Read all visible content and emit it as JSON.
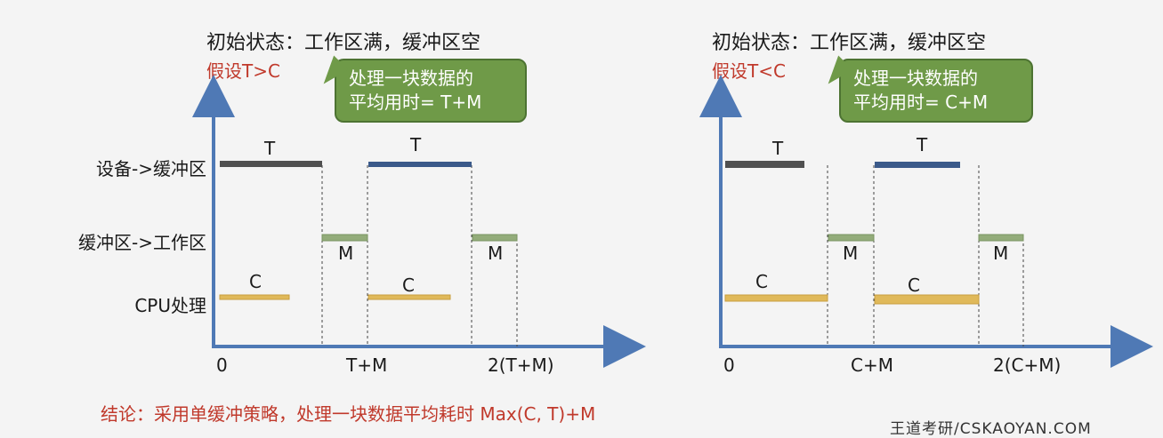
{
  "panels": [
    {
      "initial_state": "初始状态：工作区满，缓冲区空",
      "assumption": "假设T>C",
      "callout": {
        "line1": "处理一块数据的",
        "line2": "平均用时= T+M"
      },
      "ticks": [
        "0",
        "T+M",
        "2(T+M)"
      ],
      "bar_labels": {
        "t1": "T",
        "t2": "T",
        "m1": "M",
        "m2": "M",
        "c1": "C",
        "c2": "C"
      }
    },
    {
      "initial_state": "初始状态：工作区满，缓冲区空",
      "assumption": "假设T<C",
      "callout": {
        "line1": "处理一块数据的",
        "line2": "平均用时= C+M"
      },
      "ticks": [
        "0",
        "C+M",
        "2(C+M)"
      ],
      "bar_labels": {
        "t1": "T",
        "t2": "T",
        "m1": "M",
        "m2": "M",
        "c1": "C",
        "c2": "C"
      }
    }
  ],
  "row_labels": {
    "device": "设备->缓冲区",
    "buffer": "缓冲区->工作区",
    "cpu": "CPU处理"
  },
  "conclusion": "结论：采用单缓冲策略，处理一块数据平均耗时 Max(C, T)+M",
  "watermark": "王道考研/CSKAOYAN.COM",
  "colors": {
    "device_bar": "#505050",
    "device_bar_2": "#3b5a8a",
    "buffer_bar": "#93ac7a",
    "cpu_bar": "#e0b95a",
    "axis": "#4f79b5",
    "callout": "#6f9a48",
    "emphasis": "#c0392b"
  }
}
